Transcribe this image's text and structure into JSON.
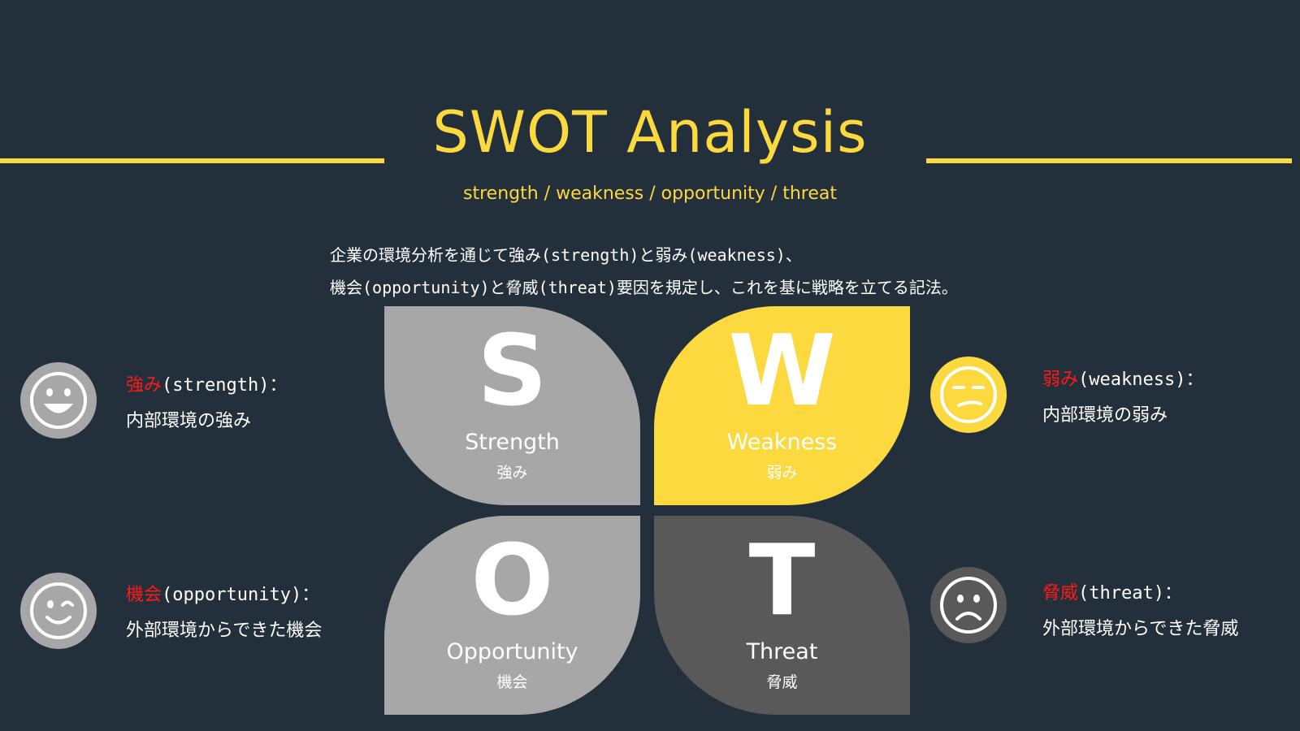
{
  "header": {
    "title": "SWOT Analysis",
    "subtitle": "strength / weakness / opportunity / threat"
  },
  "description": {
    "line1": "企業の環境分析を通じて強み(strength)と弱み(weakness)、",
    "line2": "機会(opportunity)と脅威(threat)要因を規定し、これを基に戦略を立てる記法。"
  },
  "quadrants": {
    "strength": {
      "letter": "S",
      "en": "Strength",
      "ja": "強み"
    },
    "weakness": {
      "letter": "W",
      "en": "Weakness",
      "ja": "弱み"
    },
    "opportunity": {
      "letter": "O",
      "en": "Opportunity",
      "ja": "機会"
    },
    "threat": {
      "letter": "T",
      "en": "Threat",
      "ja": "脅威"
    }
  },
  "notes": {
    "strength": {
      "key": "強み",
      "term": "(strength)：",
      "desc": "内部環境の強み",
      "icon": "big-smile-face-icon"
    },
    "weakness": {
      "key": "弱み",
      "term": "(weakness)：",
      "desc": "内部環境の弱み",
      "icon": "unamused-face-icon"
    },
    "opportunity": {
      "key": "機会",
      "term": "(opportunity)：",
      "desc": "外部環境からできた機会",
      "icon": "winking-face-icon"
    },
    "threat": {
      "key": "脅威",
      "term": "(threat)：",
      "desc": "外部環境からできた脅威",
      "icon": "frowning-face-icon"
    }
  },
  "colors": {
    "background": "#232f3b",
    "accent": "#fcd93f",
    "light_gray": "#a7a7a7",
    "dark_gray": "#595959",
    "highlight_red": "#ff1a1a"
  }
}
